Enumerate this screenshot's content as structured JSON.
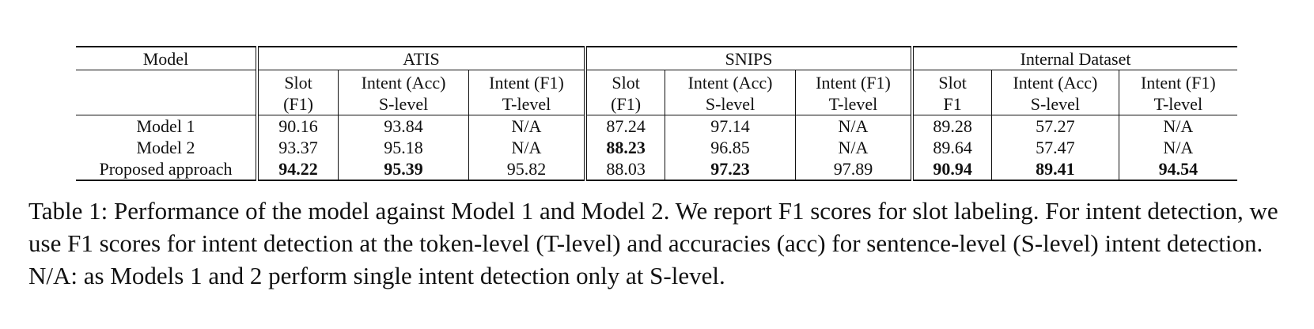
{
  "table": {
    "groups": [
      "Model",
      "ATIS",
      "SNIPS",
      "Internal Dataset"
    ],
    "sub_line1": [
      "Slot",
      "Intent (Acc)",
      "Intent (F1)",
      "Slot",
      "Intent (Acc)",
      "Intent (F1)",
      "Slot",
      "Intent (Acc)",
      "Intent (F1)"
    ],
    "sub_line2": [
      "(F1)",
      "S-level",
      "T-level",
      "(F1)",
      "S-level",
      "T-level",
      "F1",
      "S-level",
      "T-level"
    ],
    "rows": [
      {
        "model": "Model 1",
        "cells": [
          "90.16",
          "93.84",
          "N/A",
          "87.24",
          "97.14",
          "N/A",
          "89.28",
          "57.27",
          "N/A"
        ]
      },
      {
        "model": "Model 2",
        "cells": [
          "93.37",
          "95.18",
          "N/A",
          "88.23",
          "96.85",
          "N/A",
          "89.64",
          "57.47",
          "N/A"
        ]
      },
      {
        "model": "Proposed approach",
        "cells": [
          "94.22",
          "95.39",
          "95.82",
          "88.03",
          "97.23",
          "97.89",
          "90.94",
          "89.41",
          "94.54"
        ]
      }
    ]
  },
  "caption": "Table 1: Performance of the model against Model 1 and Model 2. We report F1 scores for slot labeling. For intent detection, we use F1 scores for intent detection at the token-level (T-level) and accuracies (acc) for sentence-level (S-level) intent detection. N/A: as Models 1 and 2 perform single intent detection only at S-level."
}
